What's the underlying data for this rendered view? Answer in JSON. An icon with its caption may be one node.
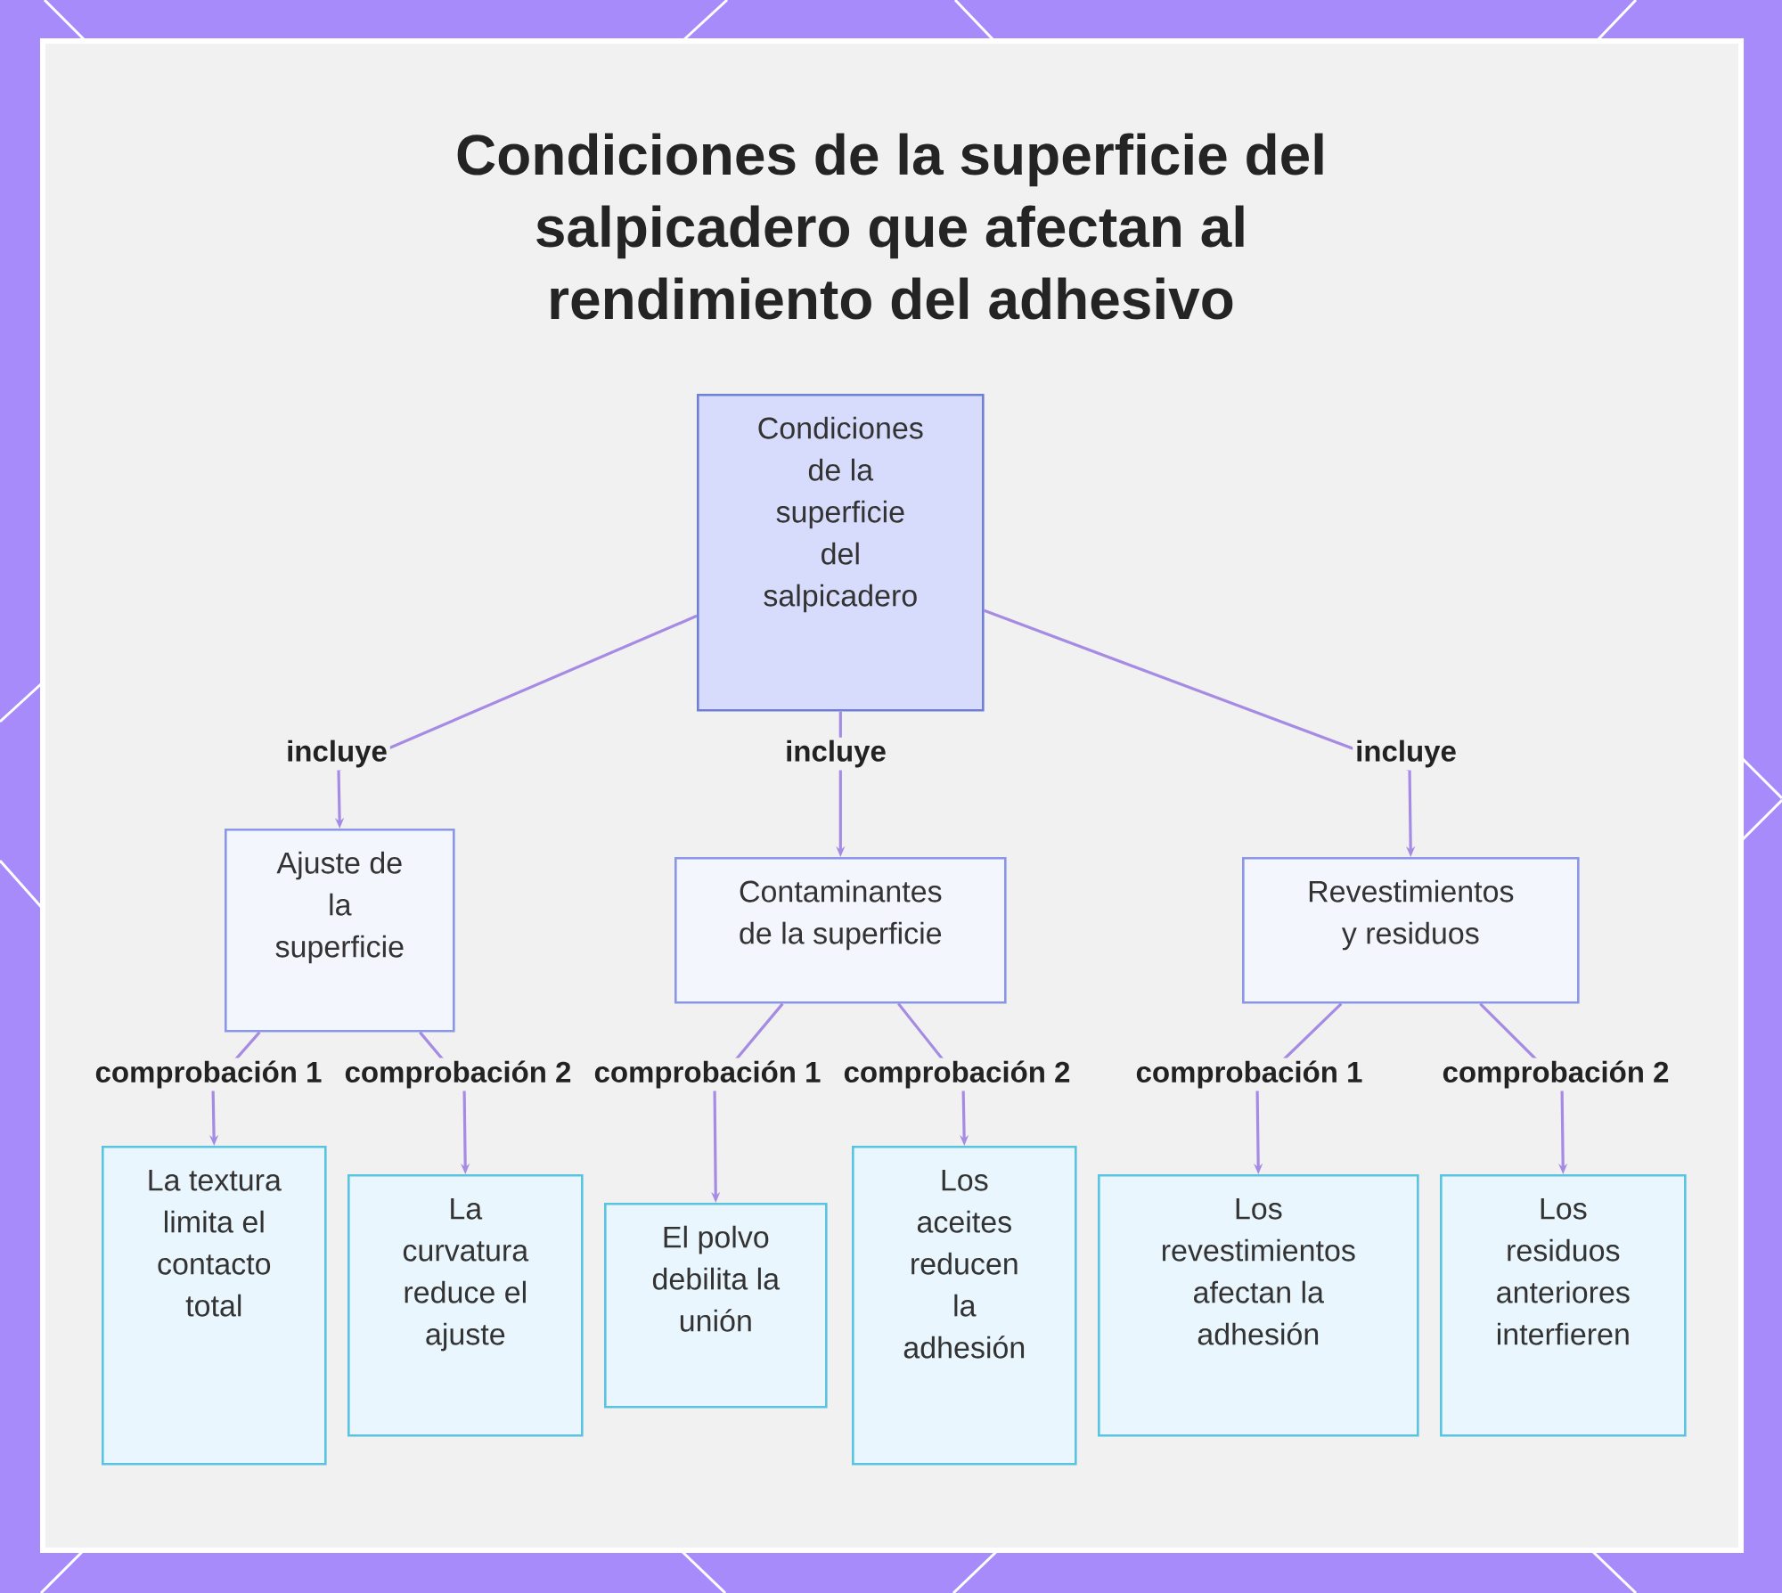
{
  "diagram": {
    "title": "Condiciones de la superficie del salpicadero que afectan al rendimiento del adhesivo",
    "nodes": [
      {
        "text": [
          "Condiciones de la superficie del salpicadero"
        ]
      },
      {
        "text": [
          "Ajuste de la superficie"
        ]
      },
      {
        "text": [
          "Contaminantes de la superficie"
        ]
      },
      {
        "text": [
          "Revestimientos y residuos"
        ]
      },
      {
        "text": [
          "La textura limita el contacto total"
        ]
      },
      {
        "text": [
          "La curvatura reduce el ajuste"
        ]
      },
      {
        "text": [
          "El polvo debilita la unión"
        ]
      },
      {
        "text": [
          "Los aceites reducen la adhesión"
        ]
      },
      {
        "text": [
          "Los revestimientos afectan la adhesión"
        ]
      },
      {
        "text": [
          "Los residuos anteriores interfieren"
        ]
      }
    ],
    "edges": [
      {
        "from": 0,
        "to": 1,
        "arrow": "to",
        "label": "incluye"
      },
      {
        "from": 0,
        "to": 2,
        "arrow": "to",
        "label": "incluye"
      },
      {
        "from": 0,
        "to": 3,
        "arrow": "to",
        "label": "incluye"
      },
      {
        "from": 1,
        "to": 4,
        "arrow": "to",
        "label": "comprobación 1"
      },
      {
        "from": 1,
        "to": 5,
        "arrow": "to",
        "label": "comprobación 2"
      },
      {
        "from": 2,
        "to": 6,
        "arrow": "to",
        "label": "comprobación 1"
      },
      {
        "from": 2,
        "to": 7,
        "arrow": "to",
        "label": "comprobación 2"
      },
      {
        "from": 3,
        "to": 8,
        "arrow": "to",
        "label": "comprobación 1"
      },
      {
        "from": 3,
        "to": 9,
        "arrow": "to",
        "label": "comprobación 2"
      }
    ]
  }
}
